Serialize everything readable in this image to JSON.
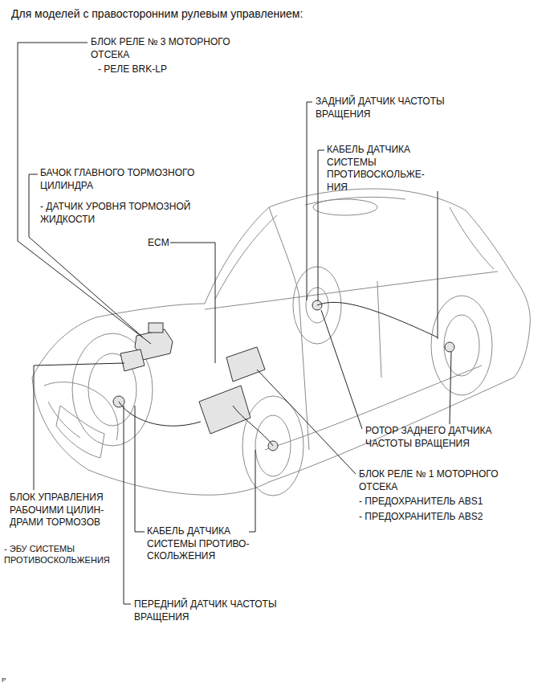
{
  "diagram": {
    "title": "Для моделей с правосторонним рулевым управлением:",
    "labels": [
      "БЛОК РЕЛЕ № 3 МОТОРНОГО ОТСЕКА",
      "- РЕЛЕ BRK-LP",
      "БАЧОК ГЛАВНОГО ТОРМОЗНОГО ЦИЛИНДРА",
      "- ДАТЧИК УРОВНЯ ТОРМОЗНОЙ ЖИДКОСТИ",
      "ECM",
      "ЗАДНИЙ ДАТЧИК ЧАСТОТЫ ВРАЩЕНИЯ",
      "КАБЕЛЬ ДАТЧИКА СИСТЕМЫ ПРОТИВОСКОЛЬЖЕ- НИЯ",
      "РОТОР ЗАДНЕГО ДАТЧИКА ЧАСТОТЫ ВРАЩЕНИЯ",
      "БЛОК РЕЛЕ № 1 МОТОРНОГО ОТСЕКА",
      "- ПРЕДОХРАНИТЕЛЬ ABS1",
      "- ПРЕДОХРАНИТЕЛЬ ABS2",
      "БЛОК УПРАВЛЕНИЯ РАБОЧИМИ ЦИЛИН- ДРАМИ ТОРМОЗОВ",
      "- ЭБУ СИСТЕМЫ ПРОТИВОСКОЛЬЖЕНИЯ",
      "КАБЕЛЬ ДАТЧИКА СИСТЕМЫ ПРОТИВО- СКОЛЬЖЕНИЯ",
      "ПЕРЕДНИЙ ДАТЧИК ЧАСТОТЫ ВРАЩЕНИЯ",
      "P"
    ]
  }
}
